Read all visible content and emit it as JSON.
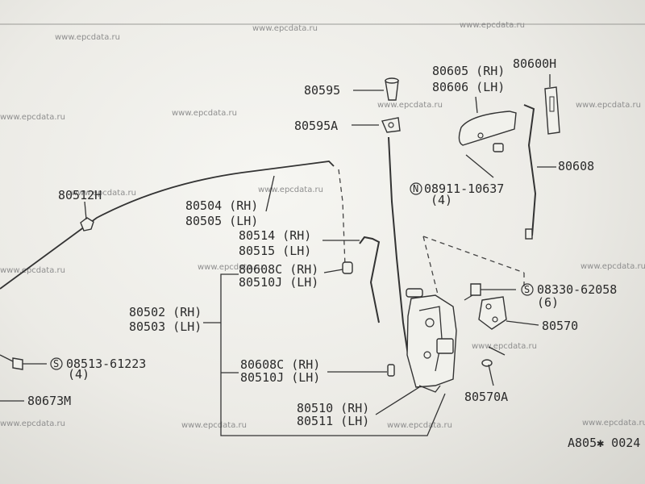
{
  "watermark": "www.epcdata.ru",
  "diagram_ref": "A805✱ 0024",
  "labels": {
    "p80595": "80595",
    "p80595a": "80595A",
    "p80605": "80605 (RH)",
    "p80606": "80606 (LH)",
    "p80600h": "80600H",
    "p80608": "80608",
    "n08911_prefix": "N",
    "n08911": "08911-10637",
    "n08911_qty": "(4)",
    "p80512h": "80512H",
    "p80504": "80504 (RH)",
    "p80505": "80505 (LH)",
    "p80514": "80514 (RH)",
    "p80515": "80515 (LH)",
    "p80608c_a": "80608C (RH)",
    "p80510j_a": "80510J (LH)",
    "p80502": "80502 (RH)",
    "p80503": "80503 (LH)",
    "s08330_prefix": "S",
    "s08330": "08330-62058",
    "s08330_qty": "(6)",
    "p80570": "80570",
    "s08513_prefix": "S",
    "s08513": "08513-61223",
    "s08513_qty": "(4)",
    "p80608c_b": "80608C (RH)",
    "p80510j_b": "80510J (LH)",
    "p80673m": "80673M",
    "p80510": "80510 (RH)",
    "p80511": "80511 (LH)",
    "p80570a": "80570A"
  }
}
